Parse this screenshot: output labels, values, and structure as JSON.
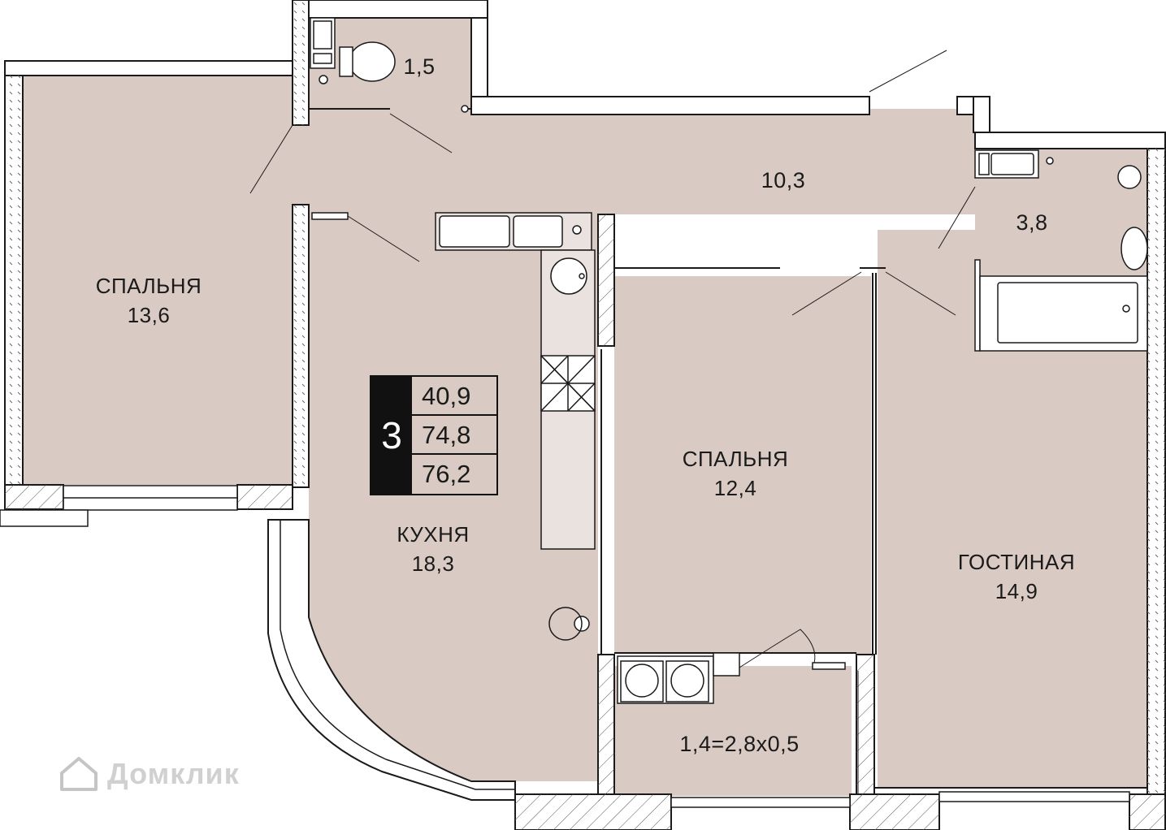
{
  "apartment": {
    "rooms_count": "3",
    "areas": [
      "40,9",
      "74,8",
      "76,2"
    ]
  },
  "rooms": {
    "bedroom_left": {
      "name": "СПАЛЬНЯ",
      "area": "13,6"
    },
    "bathroom_small": {
      "area": "1,5"
    },
    "hall": {
      "area": "10,3"
    },
    "bathroom": {
      "area": "3,8"
    },
    "kitchen": {
      "name": "КУХНЯ",
      "area": "18,3"
    },
    "bedroom_center": {
      "name": "СПАЛЬНЯ",
      "area": "12,4"
    },
    "living": {
      "name": "ГОСТИНАЯ",
      "area": "14,9"
    },
    "balcony": {
      "area": "1,4=2,8x0,5"
    }
  },
  "watermark": {
    "text": "Домклик"
  },
  "colors": {
    "floor": "#d9cac3",
    "wall": "#ffffff",
    "outline": "#1a1a1a"
  }
}
